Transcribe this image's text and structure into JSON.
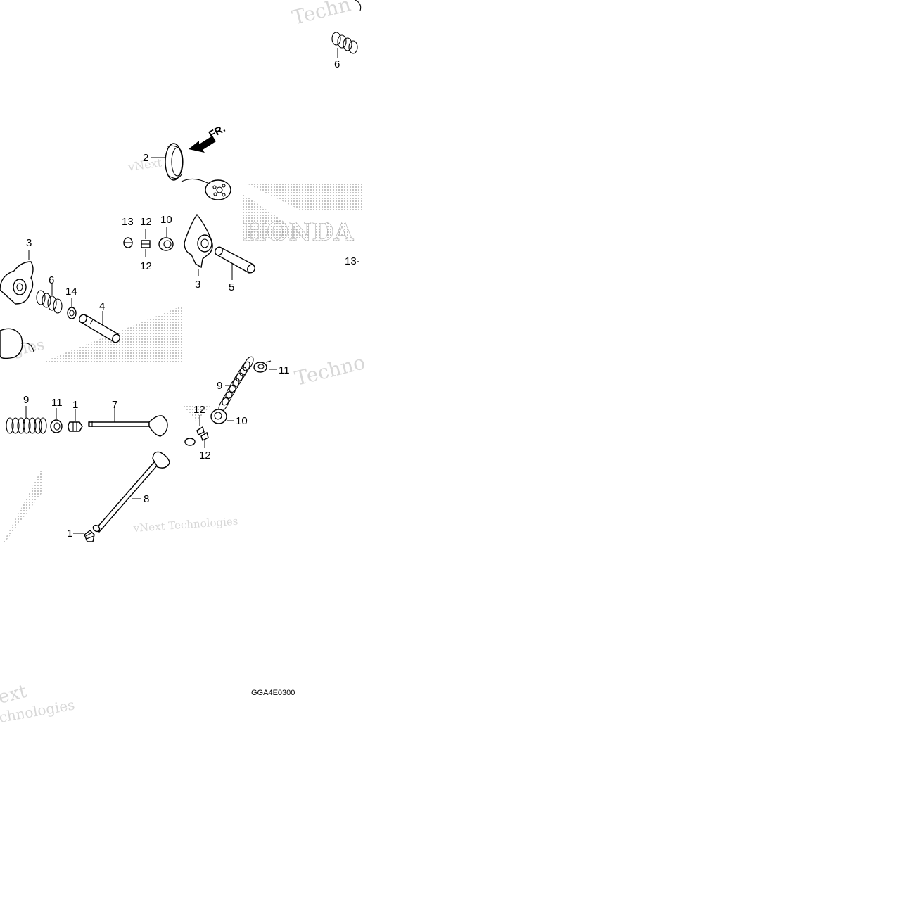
{
  "diagram": {
    "callouts": [
      {
        "id": "c6a",
        "text": "6"
      },
      {
        "id": "c2",
        "text": "2"
      },
      {
        "id": "c13",
        "text": "13"
      },
      {
        "id": "c12a",
        "text": "12"
      },
      {
        "id": "c12b",
        "text": "12"
      },
      {
        "id": "c10a",
        "text": "10"
      },
      {
        "id": "c3a",
        "text": "3"
      },
      {
        "id": "c3b",
        "text": "3"
      },
      {
        "id": "c5",
        "text": "5"
      },
      {
        "id": "c13dash",
        "text": "13-"
      },
      {
        "id": "c6b",
        "text": "6"
      },
      {
        "id": "c14",
        "text": "14"
      },
      {
        "id": "c4",
        "text": "4"
      },
      {
        "id": "c9a",
        "text": "9"
      },
      {
        "id": "c11a",
        "text": "11"
      },
      {
        "id": "c1a",
        "text": "1"
      },
      {
        "id": "c7",
        "text": "7"
      },
      {
        "id": "c9b",
        "text": "9"
      },
      {
        "id": "c11b",
        "text": "11"
      },
      {
        "id": "c12c",
        "text": "12"
      },
      {
        "id": "c10b",
        "text": "10"
      },
      {
        "id": "c12d",
        "text": "12"
      },
      {
        "id": "c8",
        "text": "8"
      },
      {
        "id": "c1b",
        "text": "1"
      }
    ],
    "direction_label": "FR.",
    "drawing_code": "GGA4E0300",
    "watermarks": {
      "brand": "vNext Technologies",
      "logo": "HONDA"
    }
  }
}
